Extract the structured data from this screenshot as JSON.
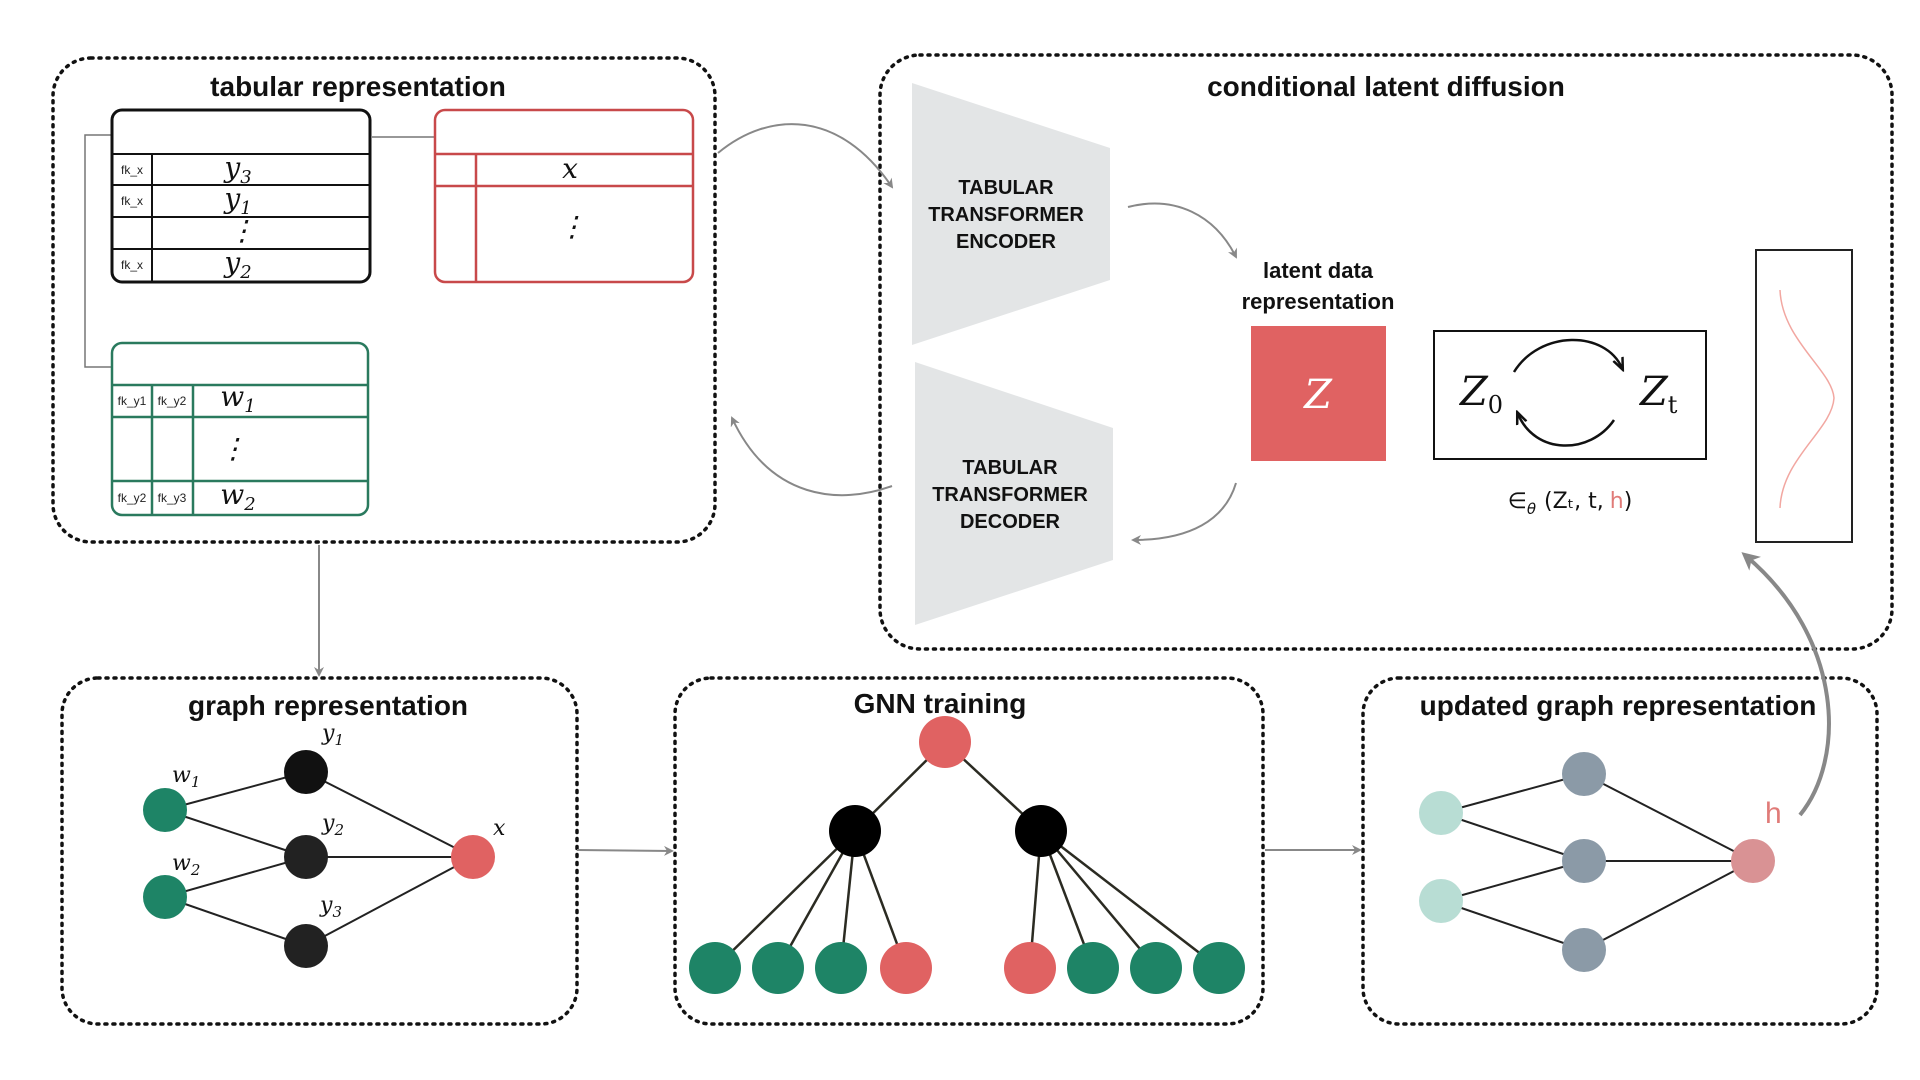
{
  "panels": {
    "tabular": {
      "title": "tabular representation"
    },
    "diffusion": {
      "title": "conditional latent diffusion"
    },
    "graph": {
      "title": "graph representation"
    },
    "gnn": {
      "title": "GNN training"
    },
    "updated": {
      "title": "updated graph representation"
    }
  },
  "tables": {
    "y_table": {
      "rows": [
        {
          "fk": "fk_x",
          "value": "y3"
        },
        {
          "fk": "fk_x",
          "value": "y1"
        },
        {
          "fk": "",
          "value": "⋮"
        },
        {
          "fk": "fk_x",
          "value": "y2"
        }
      ]
    },
    "x_table": {
      "header": "x",
      "dots": "⋮"
    },
    "w_table": {
      "rows": [
        {
          "fk1": "fk_y1",
          "fk2": "fk_y2",
          "value": "w1"
        },
        {
          "fk1": "",
          "fk2": "",
          "value": "⋮"
        },
        {
          "fk1": "fk_y2",
          "fk2": "fk_y3",
          "value": "w2"
        }
      ]
    }
  },
  "encoder": {
    "line1": "TABULAR",
    "line2": "TRANSFORMER",
    "line3": "ENCODER"
  },
  "decoder": {
    "line1": "TABULAR",
    "line2": "TRANSFORMER",
    "line3": "DECODER"
  },
  "latent": {
    "label_line1": "latent data",
    "label_line2": "representation",
    "symbol": "Z"
  },
  "diffusion_box": {
    "z0": "Z",
    "z0_sub": "0",
    "zt": "Z",
    "zt_sub": "t",
    "formula_prefix": "∈",
    "formula_theta": "θ",
    "formula_args": "(Zₜ, t,",
    "formula_h": "h",
    "formula_close": ")"
  },
  "graph_labels": {
    "w1": "w1",
    "w2": "w2",
    "y1": "y1",
    "y2": "y2",
    "y3": "y3",
    "x": "x"
  },
  "updated_graph": {
    "h_label": "h"
  },
  "colors": {
    "green": "#1e8466",
    "black": "#111111",
    "dark_node": "#222222",
    "red": "#e06262",
    "light_green": "#b8ddd4",
    "slate": "#8b9aa7",
    "pink": "#d99294",
    "trapezoid": "#e3e5e6",
    "latent_red": "#e06262",
    "table_black": "#111111",
    "table_red": "#c8494a",
    "table_green": "#2a7a5e",
    "arrow_gray": "#888888"
  }
}
